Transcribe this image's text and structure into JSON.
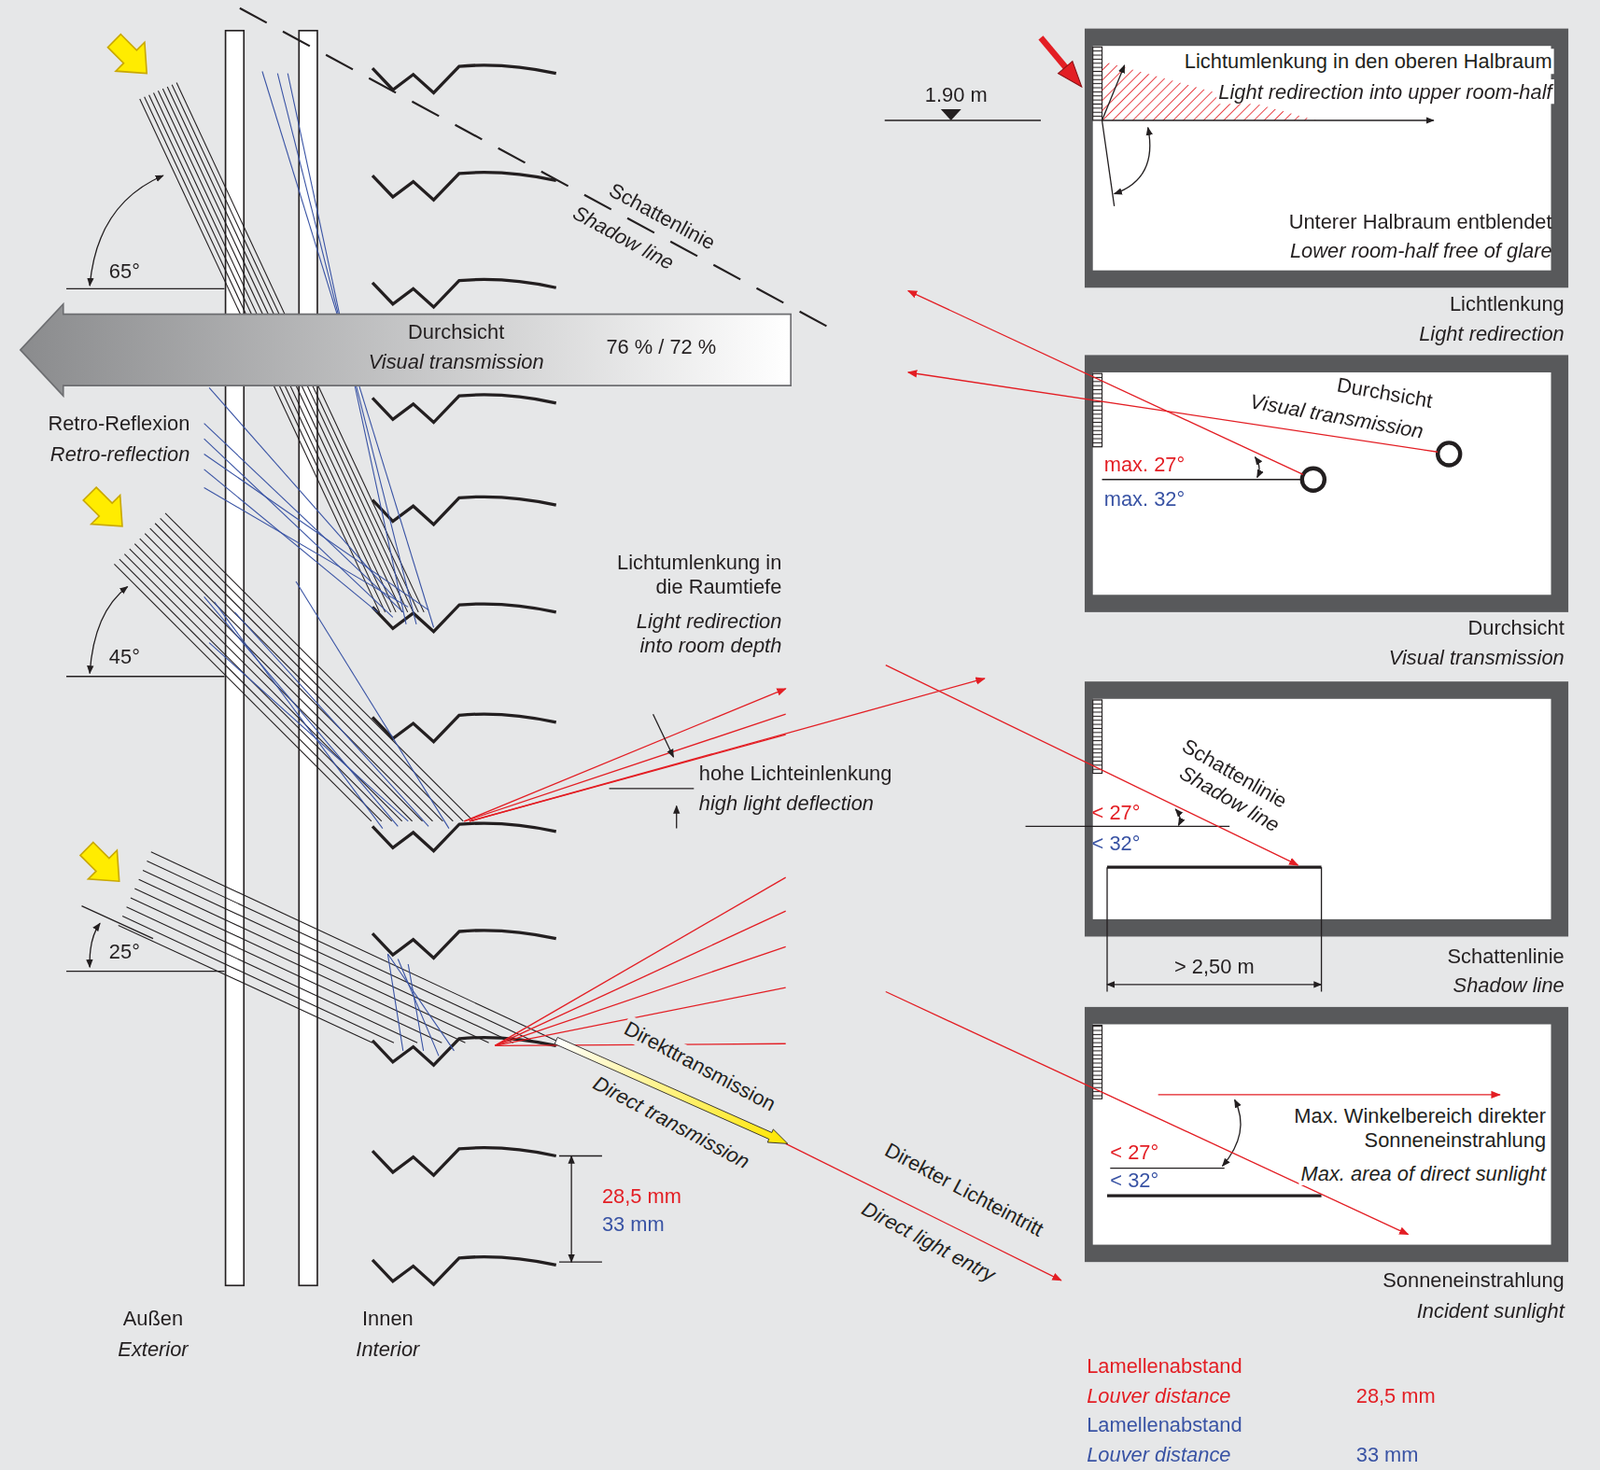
{
  "diagram": {
    "nodes": [
      {
        "text": [
          "Durchsicht",
          "Visual transmission",
          "76 % / 72 %"
        ]
      },
      {
        "text": [
          "Lichtumlenkung in den oberen Halbraum",
          "Light redirection into upper room-half",
          "Unterer Halbraum entblendet",
          "Lower room-half free of glare",
          "Lichtlenkung",
          "Light redirection"
        ]
      },
      {
        "text": [
          "Durchsicht",
          "Visual transmission",
          "max. 27°",
          "max. 32°",
          "Durchsicht",
          "Visual transmission"
        ]
      },
      {
        "text": [
          "Schattenlinie",
          "Shadow line",
          "< 27°",
          "< 32°",
          "> 2,50 m",
          "Schattenlinie",
          "Shadow line"
        ]
      },
      {
        "text": [
          "Max. Winkelbereich direkter Sonneneinstrahlung",
          "Max. area of direct sunlight",
          "< 27°",
          "< 32°",
          "Sonneneinstrahlung",
          "Incident sunlight"
        ]
      }
    ],
    "labels": [
      "1.90 m",
      "Schattenlinie",
      "Shadow line",
      "Retro-Reflexion",
      "Retro-reflection",
      "65°",
      "45°",
      "25°",
      "Lichtumlenkung in die Raumtiefe",
      "Light redirection into room depth",
      "hohe Lichteinlenkung",
      "high light deflection",
      "Direkttransmission",
      "Direct transmission",
      "Direkter Lichteintritt",
      "Direct light entry",
      "28,5 mm",
      "33 mm",
      "Außen",
      "Exterior",
      "Innen",
      "Interior",
      "Lamellenabstand",
      "Louver distance",
      "28,5 mm",
      "Lamellenabstand",
      "Louver distance",
      "33 mm"
    ]
  }
}
